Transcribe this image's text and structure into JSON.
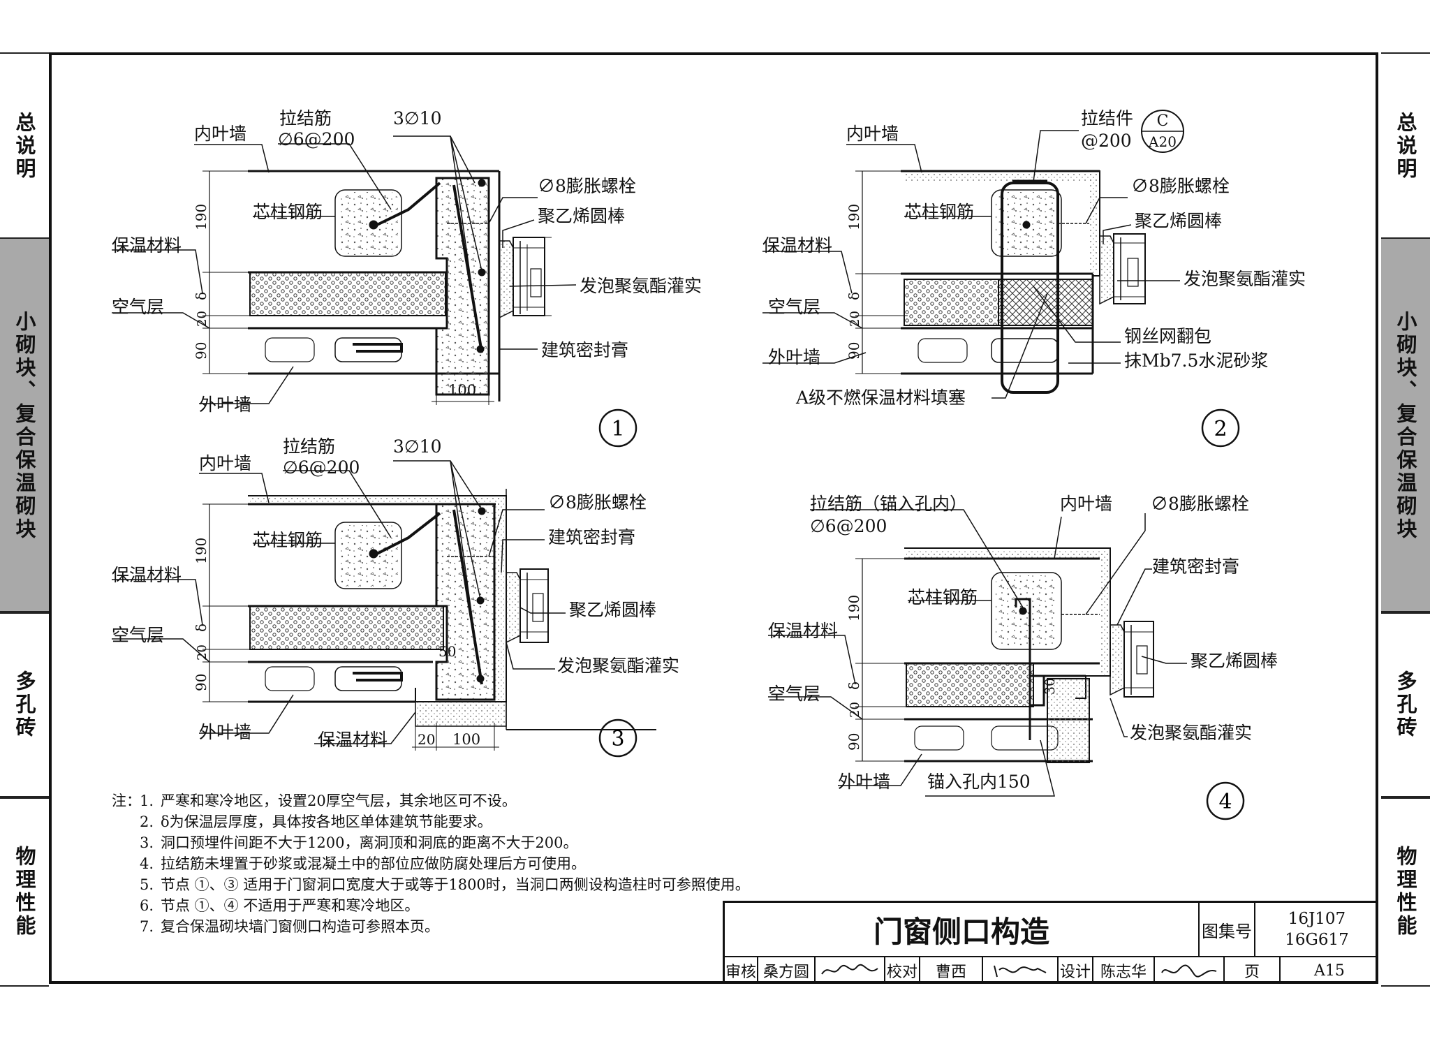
{
  "side_tabs": {
    "general": "总说明",
    "small_block": "小砌块、复合保温砌块",
    "perforated": "多孔砖",
    "physics": "物理性能"
  },
  "d1": {
    "inner_leaf": "内叶墙",
    "tie_bar": "拉结筋",
    "tie_spec": "∅6@200",
    "rebar_3": "3∅10",
    "core_rebar": "芯柱钢筋",
    "insulation": "保温材料",
    "air_layer": "空气层",
    "outer_leaf": "外叶墙",
    "bolt": "∅8膨胀螺栓",
    "pe_rod": "聚乙烯圆棒",
    "pu_fill": "发泡聚氨酯灌实",
    "sealant": "建筑密封膏",
    "dim_190": "190",
    "dim_delta": "δ",
    "dim_20": "20",
    "dim_90": "90",
    "dim_100": "100",
    "num": "1"
  },
  "d2": {
    "inner_leaf": "内叶墙",
    "tie_piece": "拉结件",
    "tie_spec": "@200",
    "ref_top": "C",
    "ref_bottom": "A20",
    "core_rebar": "芯柱钢筋",
    "insulation": "保温材料",
    "air_layer": "空气层",
    "outer_leaf": "外叶墙",
    "bolt": "∅8膨胀螺栓",
    "pe_rod": "聚乙烯圆棒",
    "pu_fill": "发泡聚氨酯灌实",
    "mesh": "钢丝网翻包",
    "mortar": "抹Mb7.5水泥砂浆",
    "a_fill": "A级不燃保温材料填塞",
    "dim_190": "190",
    "dim_delta": "δ",
    "dim_20": "20",
    "dim_90": "90",
    "num": "2"
  },
  "d3": {
    "inner_leaf": "内叶墙",
    "tie_bar": "拉结筋",
    "tie_spec": "∅6@200",
    "rebar_3": "3∅10",
    "core_rebar": "芯柱钢筋",
    "insulation": "保温材料",
    "air_layer": "空气层",
    "outer_leaf": "外叶墙",
    "bolt": "∅8膨胀螺栓",
    "sealant": "建筑密封膏",
    "pe_rod": "聚乙烯圆棒",
    "pu_fill": "发泡聚氨酯灌实",
    "insulation_bottom": "保温材料",
    "dim_190": "190",
    "dim_delta": "δ",
    "dim_20": "20",
    "dim_90": "90",
    "dim_50": "50",
    "dim_20b": "20",
    "dim_100": "100",
    "num": "3"
  },
  "d4": {
    "tie_bar": "拉结筋（锚入孔内）",
    "tie_spec": "∅6@200",
    "inner_leaf": "内叶墙",
    "bolt": "∅8膨胀螺栓",
    "sealant": "建筑密封膏",
    "core_rebar": "芯柱钢筋",
    "insulation": "保温材料",
    "pe_rod": "聚乙烯圆棒",
    "air_layer": "空气层",
    "pu_fill": "发泡聚氨酯灌实",
    "outer_leaf": "外叶墙",
    "anchor": "锚入孔内150",
    "dim_190": "190",
    "dim_delta": "δ",
    "dim_20": "20",
    "dim_90": "90",
    "dim_30": "30",
    "num": "4"
  },
  "notes": {
    "prefix": "注：",
    "items": [
      {
        "n": "1.",
        "t": "严寒和寒冷地区，设置20厚空气层，其余地区可不设。"
      },
      {
        "n": "2.",
        "t": "δ为保温层厚度，具体按各地区单体建筑节能要求。"
      },
      {
        "n": "3.",
        "t": "洞口预埋件间距不大于1200，离洞顶和洞底的距离不大于200。"
      },
      {
        "n": "4.",
        "t": "拉结筋未埋置于砂浆或混凝土中的部位应做防腐处理后方可使用。"
      },
      {
        "n": "5.",
        "t": "节点 ①、③ 适用于门窗洞口宽度大于或等于1800时，当洞口两侧设构造柱时可参照使用。"
      },
      {
        "n": "6.",
        "t": "节点 ①、④ 不适用于严寒和寒冷地区。"
      },
      {
        "n": "7.",
        "t": "复合保温砌块墙门窗侧口构造可参照本页。"
      }
    ]
  },
  "title_block": {
    "title": "门窗侧口构造",
    "atlas_label": "图集号",
    "atlas_1": "16J107",
    "atlas_2": "16G617",
    "review_label": "审核",
    "reviewer": "桑方圆",
    "check_label": "校对",
    "checker": "曹西",
    "design_label": "设计",
    "designer": "陈志华",
    "page_label": "页",
    "page": "A15"
  }
}
